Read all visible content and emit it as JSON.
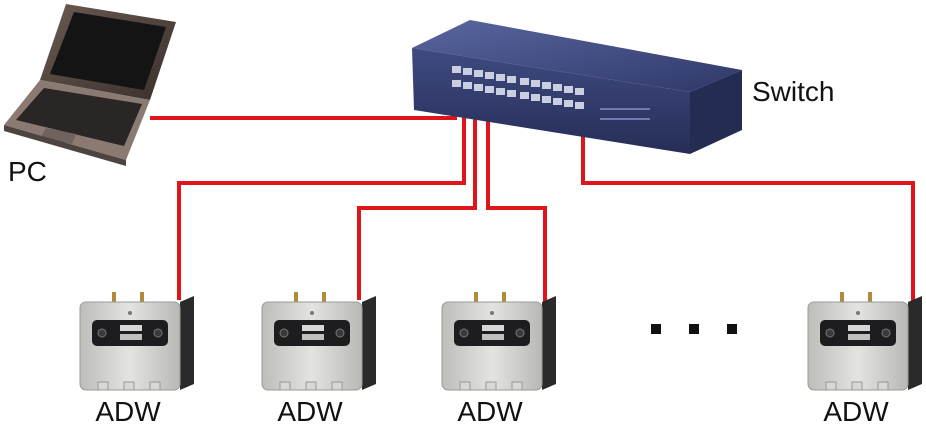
{
  "labels": {
    "pc": "PC",
    "switch": "Switch",
    "adw": [
      "ADW",
      "ADW",
      "ADW",
      "ADW"
    ]
  },
  "ellipsis": "• • •",
  "colors": {
    "cable": "#e0141b",
    "switch_body": "#3b4577",
    "device_body": "#c9cac6",
    "device_panel": "#1d1d20"
  },
  "icons": [
    "laptop-icon",
    "network-switch-icon",
    "adw-device-icon"
  ]
}
